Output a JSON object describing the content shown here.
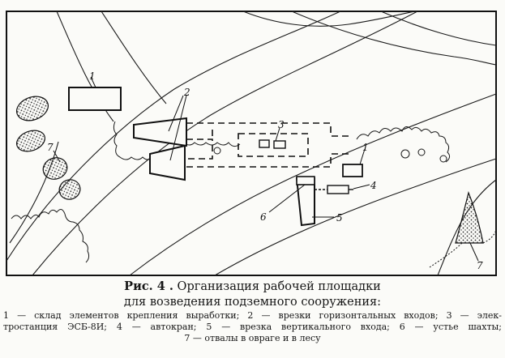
{
  "labels": {
    "l1": "1",
    "l2": "2",
    "l3": "3",
    "l4": "4",
    "l5": "5",
    "l6": "6",
    "l7a": "7",
    "l7b": "7"
  },
  "caption": {
    "prefix": "Рис. 4 .",
    "line1": " Организация рабочей площадки",
    "line2": "для возведения подземного сооружения:"
  },
  "legend": {
    "line1": "1 — склад элементов крепления выработки; 2 — врезки горизонтальных входов; 3 — элек-",
    "line2": "тростанция ЭСБ-8И; 4 — автокран; 5 — врезка вертикального входа; 6 — устье шахты;",
    "line3": "7 — отвалы в овраге и в лесу"
  },
  "colors": {
    "ink": "#161616",
    "paper": "#fbfbf8"
  }
}
